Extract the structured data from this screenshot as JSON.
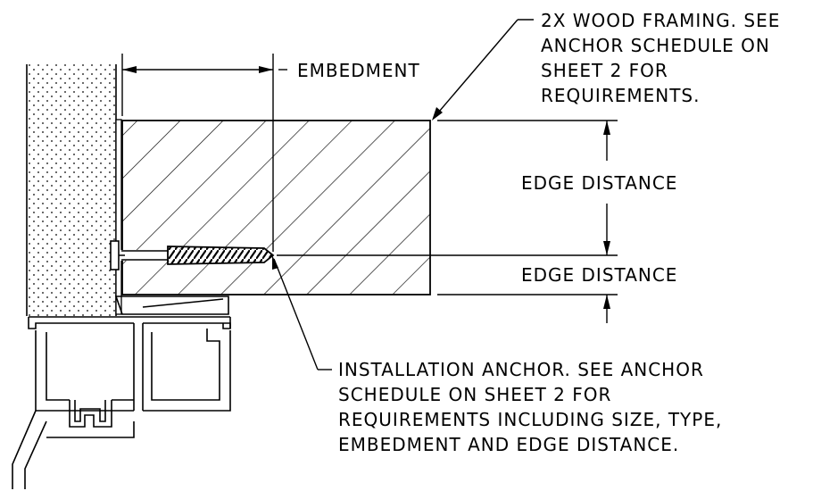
{
  "labels": {
    "embedment": "EMBEDMENT",
    "edge_distance_upper": "EDGE DISTANCE",
    "edge_distance_lower": "EDGE DISTANCE",
    "framing_note": [
      "2X WOOD FRAMING. SEE",
      "ANCHOR SCHEDULE ON",
      "SHEET 2 FOR",
      "REQUIREMENTS."
    ],
    "anchor_note": [
      "INSTALLATION ANCHOR. SEE ANCHOR",
      "SCHEDULE ON SHEET 2 FOR",
      "REQUIREMENTS INCLUDING SIZE, TYPE,",
      "EMBEDMENT AND EDGE DISTANCE."
    ]
  },
  "colors": {
    "line": "#000000",
    "background": "#ffffff"
  }
}
